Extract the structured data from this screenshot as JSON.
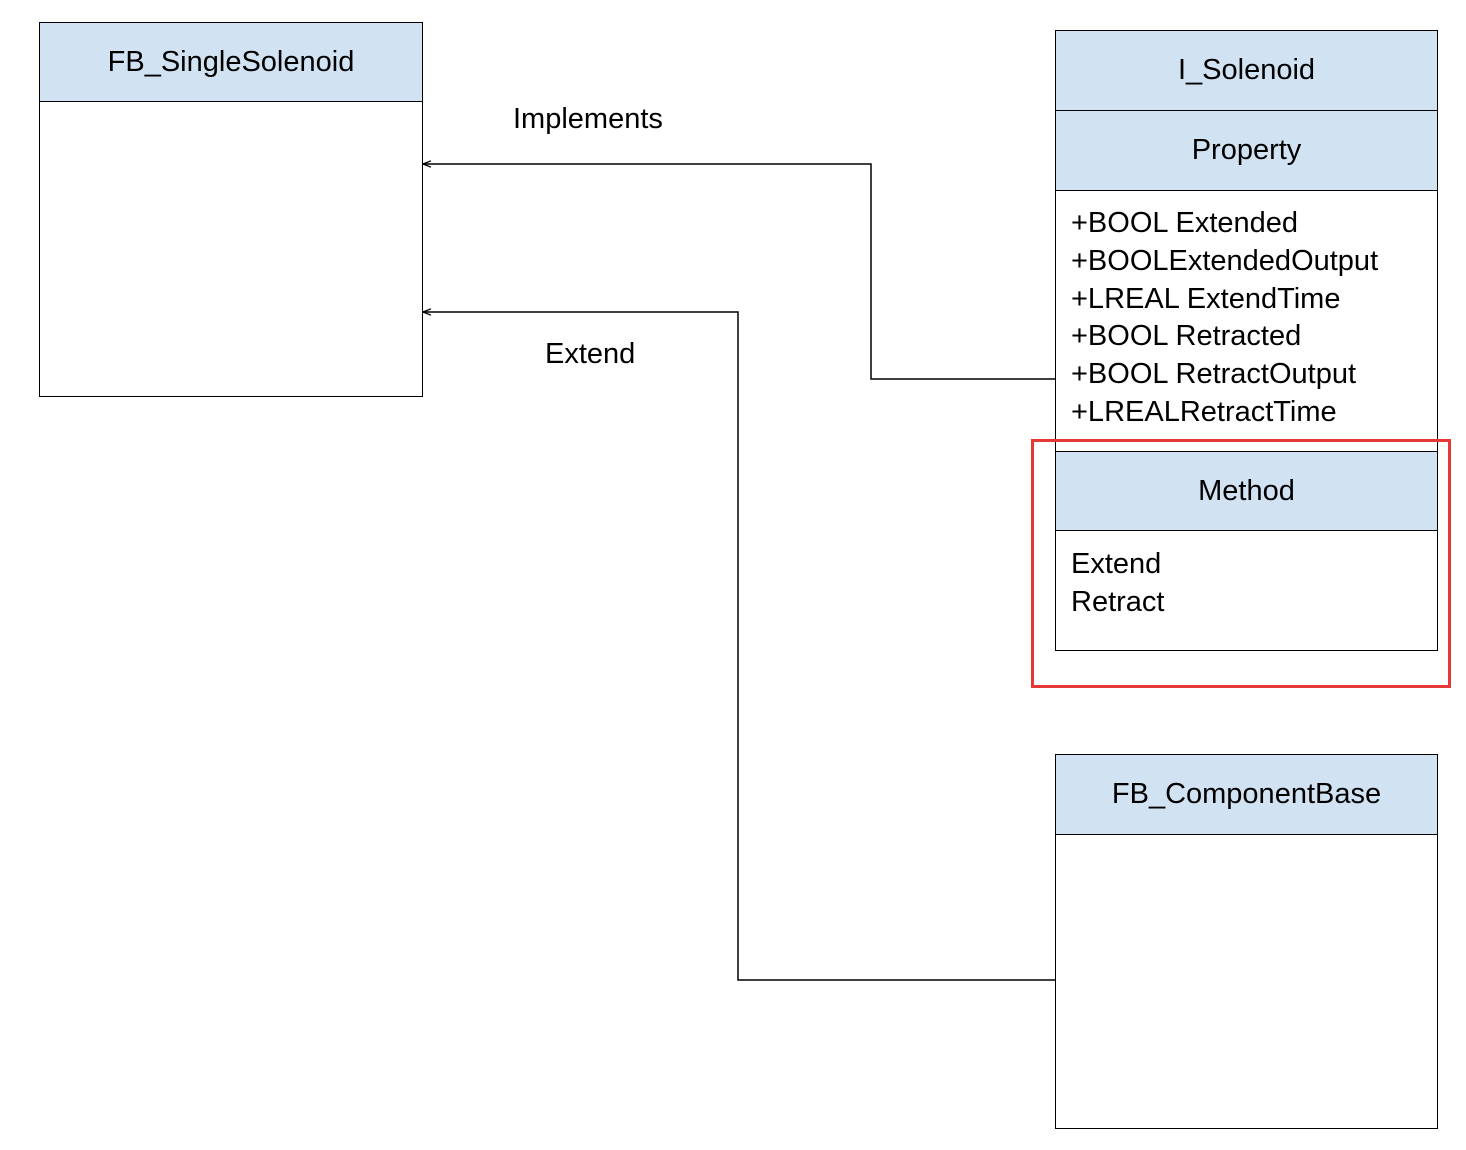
{
  "colors": {
    "header_fill": "#d1e2f2",
    "line": "#000000",
    "highlight": "#e53935",
    "background": "#ffffff"
  },
  "nodes": {
    "fb_single_solenoid": {
      "title": "FB_SingleSolenoid"
    },
    "i_solenoid": {
      "title": "I_Solenoid",
      "property_header": "Property",
      "properties": [
        "+BOOL Extended",
        "+BOOLExtendedOutput",
        "+LREAL ExtendTime",
        "+BOOL Retracted",
        "+BOOL RetractOutput",
        "+LREALRetractTime"
      ],
      "method_header": "Method",
      "methods": [
        "Extend",
        "Retract"
      ]
    },
    "fb_component_base": {
      "title": "FB_ComponentBase"
    }
  },
  "edges": [
    {
      "from": "i_solenoid",
      "to": "fb_single_solenoid",
      "label": "Implements"
    },
    {
      "from": "fb_component_base",
      "to": "fb_single_solenoid",
      "label": "Extend"
    }
  ]
}
